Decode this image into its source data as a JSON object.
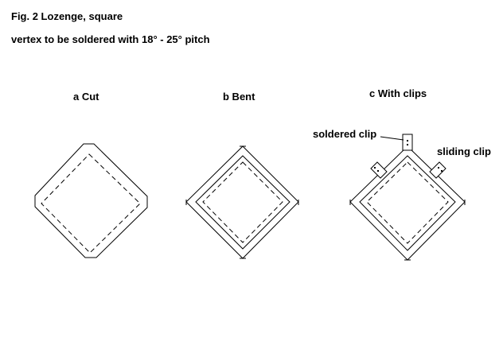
{
  "figure": {
    "title": "Fig. 2 Lozenge, square",
    "subtitle": "vertex to be soldered with  18° - 25° pitch"
  },
  "panels": [
    {
      "id": "a",
      "label": "a  Cut"
    },
    {
      "id": "b",
      "label": "b Bent"
    },
    {
      "id": "c",
      "label": "c  With clips"
    }
  ],
  "callouts": {
    "soldered_clip": "soldered clip",
    "sliding_clip": "sliding clip"
  },
  "colors": {
    "line": "#000000",
    "background": "#ffffff"
  }
}
